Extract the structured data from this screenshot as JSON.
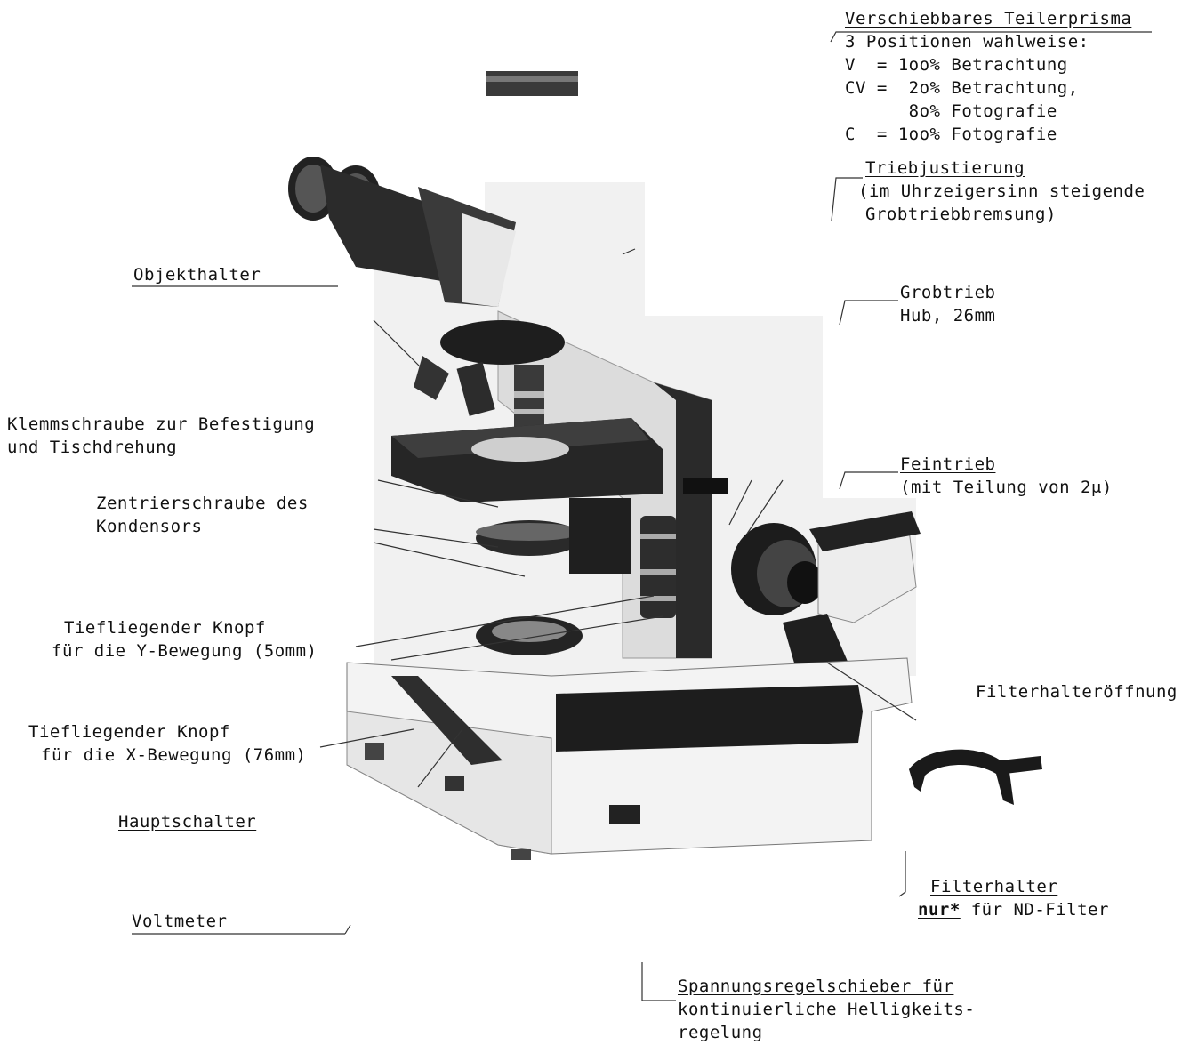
{
  "prism": {
    "title": "Verschiebbares Teilerprisma",
    "lines": [
      "3 Positionen wahlweise:",
      "V  = 1oo% Betrachtung",
      "CV =  2o% Betrachtung,",
      "      8o% Fotografie",
      "C  = 1oo% Fotografie"
    ]
  },
  "trieb": {
    "title": "Triebjustierung",
    "lines": [
      "(im Uhrzeigersinn steigende",
      "Grobtriebbremsung)"
    ]
  },
  "grob": {
    "title": "Grobtrieb",
    "line": "Hub, 26mm"
  },
  "fein": {
    "title": "Feintrieb",
    "line": "(mit Teilung von 2μ)"
  },
  "filteroeff": "Filterhalteröffnung",
  "filterhalter": {
    "title": "Filterhalter",
    "emph": "nur*",
    "rest": " für ND-Filter"
  },
  "spannung": {
    "title": "Spannungsregelschieber für",
    "lines": [
      "kontinuierliche Helligkeits-",
      "regelung"
    ]
  },
  "objekthalter": "Objekthalter",
  "klemm": [
    "Klemmschraube zur Befestigung",
    "und Tischdrehung"
  ],
  "zentrier": [
    "Zentrierschraube des",
    "Kondensors"
  ],
  "y_knopf": [
    "Tiefliegender Knopf",
    "für die Y-Bewegung (5omm)"
  ],
  "x_knopf": [
    "Tiefliegender Knopf",
    "für die X-Bewegung (76mm)"
  ],
  "hauptschalter": "Hauptschalter",
  "voltmeter": "Voltmeter"
}
